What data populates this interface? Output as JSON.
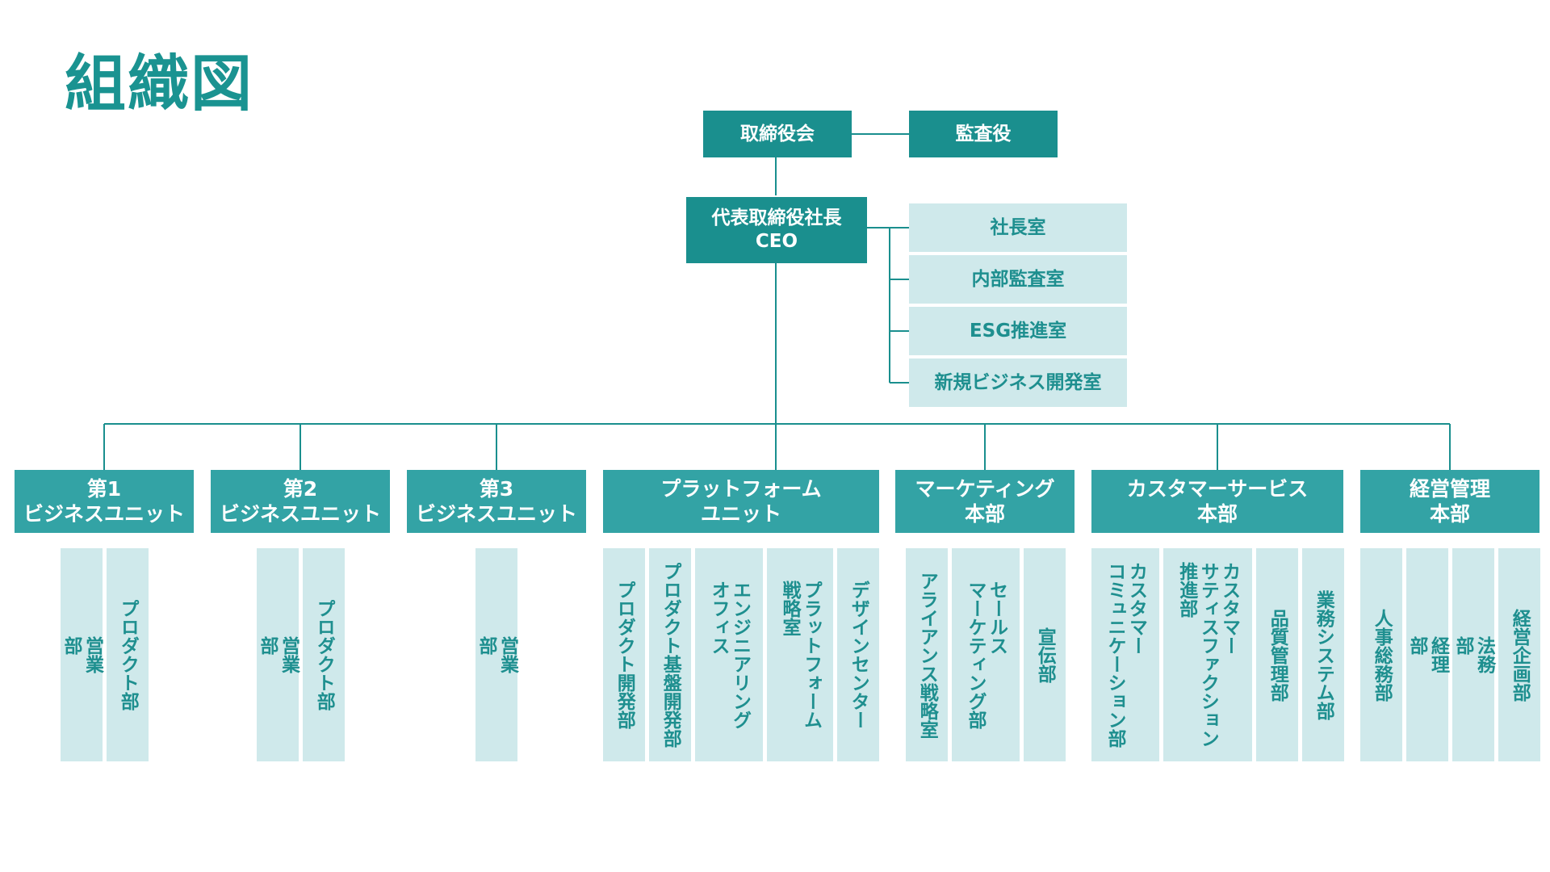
{
  "title": "組織図",
  "colors": {
    "dark": "#1a8f8e",
    "unit": "#33a3a5",
    "light": "#cfe9eb",
    "text_teal": "#1e8f8f",
    "line": "#1a8f8e"
  },
  "top": {
    "board": "取締役会",
    "auditor": "監査役",
    "ceo": "代表取締役社長\nCEO"
  },
  "staff": [
    "社長室",
    "内部監査室",
    "ESG推進室",
    "新規ビジネス開発室"
  ],
  "units": [
    {
      "name": "第1\nビジネスユニット",
      "depts": [
        "営業\n部",
        "プロダクト部"
      ]
    },
    {
      "name": "第2\nビジネスユニット",
      "depts": [
        "営業\n部",
        "プロダクト部"
      ]
    },
    {
      "name": "第3\nビジネスユニット",
      "depts": [
        "営業\n部"
      ]
    },
    {
      "name": "プラットフォーム\nユニット",
      "depts": [
        "プロダクト開発部",
        "プロダクト基盤開発部",
        "エンジニアリング\nオフィス",
        "プラットフォーム\n戦略室",
        "デザインセンター"
      ]
    },
    {
      "name": "マーケティング\n本部",
      "depts": [
        "アライアンス戦略室",
        "セールス\nマーケティング部",
        "宣伝部"
      ]
    },
    {
      "name": "カスタマーサービス\n本部",
      "depts": [
        "カスタマー\nコミュニケーション部",
        "カスタマー\nサティスファクション\n推進部",
        "品質管理部",
        "業務システム部"
      ]
    },
    {
      "name": "経営管理\n本部",
      "depts": [
        "人事総務部",
        "経理\n部",
        "法務\n部",
        "経営企画部"
      ]
    }
  ]
}
